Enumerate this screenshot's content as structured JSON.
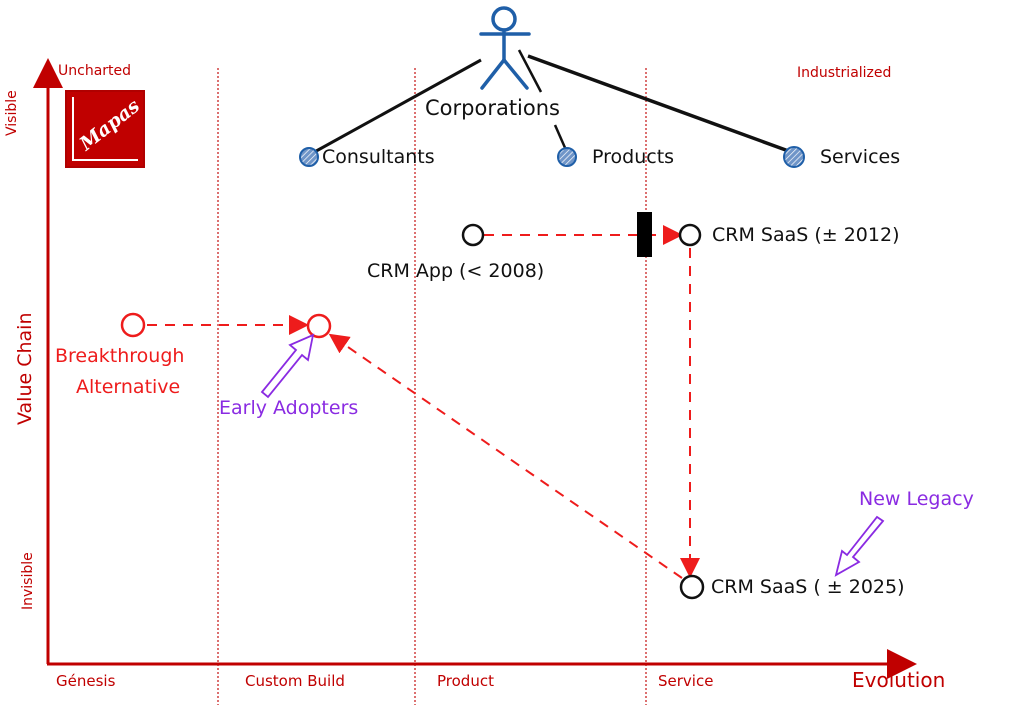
{
  "map": {
    "logo_text": "Mapas",
    "axes": {
      "y_label": "Value Chain",
      "y_top": "Visible",
      "y_bottom": "Invisible",
      "x_label": "Evolution"
    },
    "corners": {
      "top_left": "Uncharted",
      "top_right": "Industrialized"
    },
    "stages": [
      "Génesis",
      "Custom Build",
      "Product",
      "Service"
    ],
    "user": {
      "label": "Corporations",
      "color": "#1f5fa8"
    },
    "needs": [
      {
        "label": "Consultants"
      },
      {
        "label": "Products"
      },
      {
        "label": "Services"
      }
    ],
    "components": [
      {
        "id": "crm-app",
        "label": "CRM App (< 2008)",
        "color": "#111111"
      },
      {
        "id": "crm-saas-2012",
        "label": "CRM SaaS (± 2012)",
        "color": "#111111"
      },
      {
        "id": "crm-saas-2025",
        "label": "CRM SaaS ( ± 2025)",
        "color": "#111111"
      },
      {
        "id": "breakthrough",
        "label_line1": "Breakthrough",
        "label_line2": "Alternative",
        "color": "#ee1c1c"
      },
      {
        "id": "early-adopters-node",
        "label": "",
        "color": "#ee1c1c"
      }
    ],
    "annotations": [
      {
        "label": "Early Adopters",
        "color": "#8a2be2"
      },
      {
        "label": "New Legacy",
        "color": "#8a2be2"
      }
    ],
    "colors": {
      "axis": "#c00000",
      "evolve": "#ee1c1c",
      "inertia": "#000000",
      "link": "#111111",
      "divider": "#d04040"
    }
  }
}
